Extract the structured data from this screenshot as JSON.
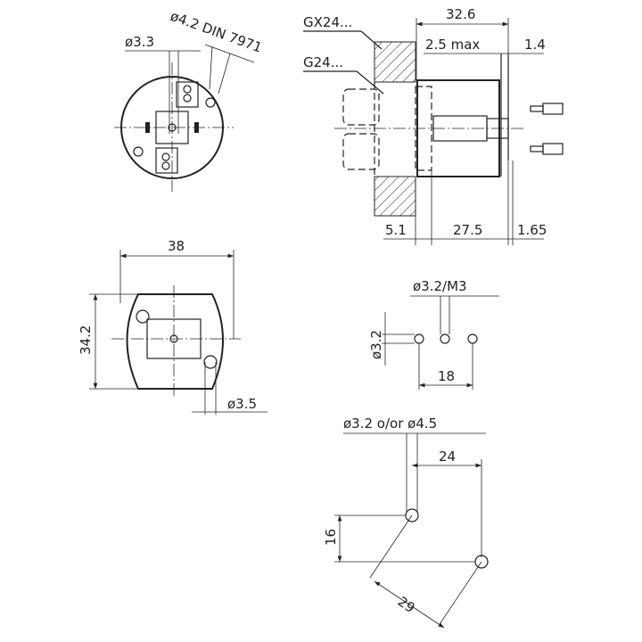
{
  "drawing": {
    "top_view": {
      "hole_dia_label": "ø3.3",
      "screw_label": "ø4.2 DIN 7971"
    },
    "side_view": {
      "callout_gx24": "GX24...",
      "callout_g24": "G24...",
      "dim_overall": "32.6",
      "dim_panel_max": "2.5  max",
      "dim_contact": "1.4",
      "dim_flange": "5.1",
      "dim_body": "27.5",
      "dim_pin": "1.65"
    },
    "bottom_view": {
      "dim_width": "38",
      "dim_height": "34.2",
      "hole_dia_label": "ø3.5"
    },
    "hole_pattern_a": {
      "hole_dia_label": "ø3.2/M3",
      "hole_dia_vertical": "ø3.2",
      "dim_spacing": "18"
    },
    "hole_pattern_b": {
      "hole_dia_label": "ø3.2  o/or  ø4.5",
      "dim_horizontal": "24",
      "dim_vertical": "16",
      "dim_diagonal": "29"
    }
  }
}
